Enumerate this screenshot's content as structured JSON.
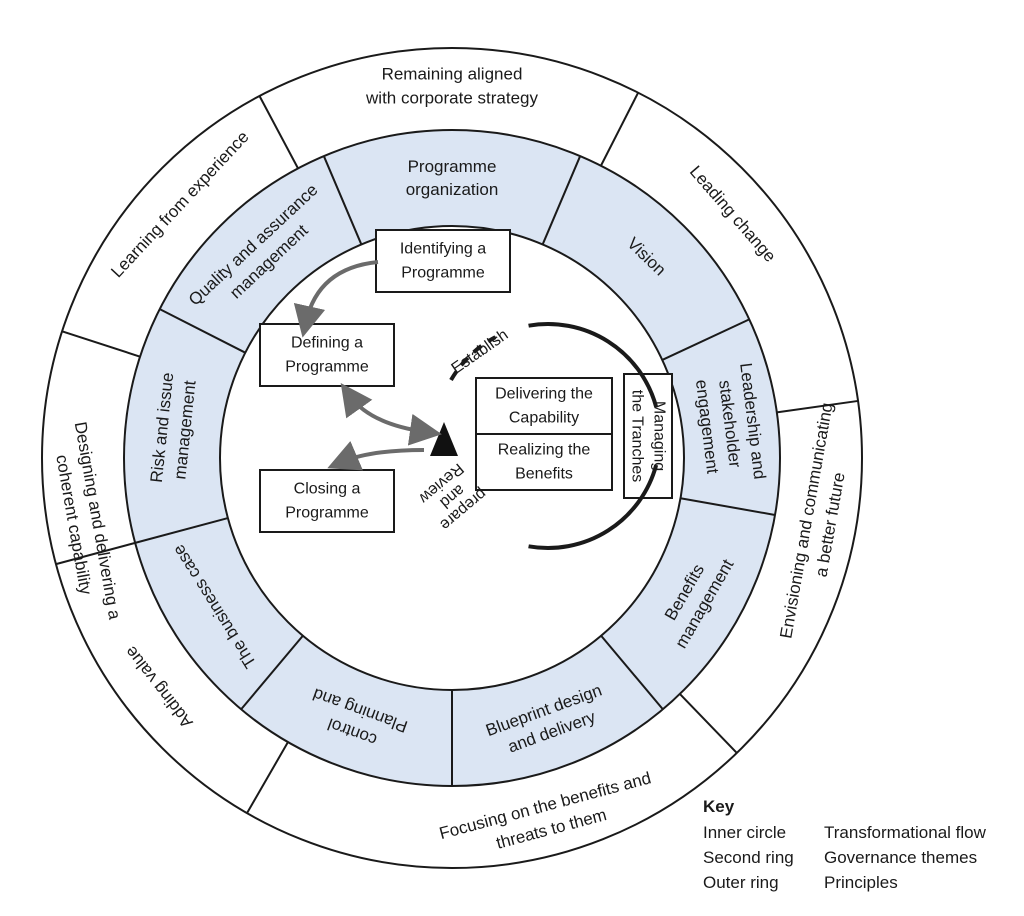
{
  "outer_ring": [
    {
      "lines": [
        "Remaining aligned",
        "with corporate strategy"
      ]
    },
    {
      "lines": [
        "Leading change"
      ]
    },
    {
      "lines": [
        "Envisioning and communicating",
        "a better future"
      ]
    },
    {
      "lines": [
        "Focusing on the benefits and",
        "threats to them"
      ]
    },
    {
      "lines": [
        "Adding value"
      ]
    },
    {
      "lines": [
        "Designing and delivering a",
        "coherent capability"
      ]
    },
    {
      "lines": [
        "Learning from experience"
      ]
    }
  ],
  "second_ring": [
    {
      "lines": [
        "Programme",
        "organization"
      ]
    },
    {
      "lines": [
        "Vision"
      ]
    },
    {
      "lines": [
        "Leadership and",
        "stakeholder",
        "engagement"
      ]
    },
    {
      "lines": [
        "Benefits",
        "management"
      ]
    },
    {
      "lines": [
        "Blueprint design",
        "and delivery"
      ]
    },
    {
      "lines": [
        "Planning and",
        "control"
      ]
    },
    {
      "lines": [
        "The business case"
      ]
    },
    {
      "lines": [
        "Risk and issue",
        "management"
      ]
    },
    {
      "lines": [
        "Quality and assurance",
        "management"
      ]
    }
  ],
  "inner": {
    "identifying": [
      "Identifying a",
      "Programme"
    ],
    "defining": [
      "Defining a",
      "Programme"
    ],
    "closing": [
      "Closing a",
      "Programme"
    ],
    "delivering": [
      "Delivering the",
      "Capability"
    ],
    "realizing": [
      "Realizing the",
      "Benefits"
    ],
    "managing": [
      "Managing",
      "the Tranches"
    ],
    "establish": "Establish",
    "review": [
      "prepare",
      "and",
      "Review"
    ]
  },
  "key": {
    "title": "Key",
    "rows": [
      {
        "ring": "Inner circle",
        "meaning": "Transformational flow"
      },
      {
        "ring": "Second ring",
        "meaning": "Governance themes"
      },
      {
        "ring": "Outer ring",
        "meaning": "Principles"
      }
    ]
  },
  "colors": {
    "ring_fill": "#dbe5f3",
    "stroke": "#1a1a1a",
    "arrow": "#6b6b6b"
  }
}
